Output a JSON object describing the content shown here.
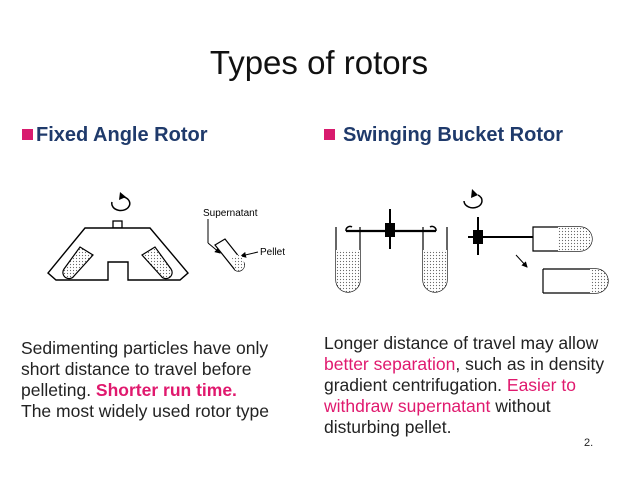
{
  "title": "Types of rotors",
  "left": {
    "heading": "Fixed Angle Rotor",
    "diagram": {
      "label_supernatant": "Supernatant",
      "label_pellet": "Pellet"
    },
    "text": {
      "line1": "Sedimenting particles have only",
      "line2": "short distance to travel before",
      "line3_plain": "pelleting. ",
      "line3_highlight": "Shorter run time.",
      "line4": "The most widely used rotor type"
    }
  },
  "right": {
    "heading": "Swinging Bucket Rotor",
    "text": {
      "line1": "Longer distance of travel may allow",
      "line2_highlight": "better separation",
      "line2_plain": ", such as in density",
      "line3_plain": "gradient centrifugation. ",
      "line3_highlight": "Easier to",
      "line4_highlight": "withdraw supernatant",
      "line4_plain": " without",
      "line5": "disturbing pellet."
    }
  },
  "page_number": "2.",
  "colors": {
    "accent": "#e0196e",
    "heading": "#1f3a6b",
    "bullet": "#d81b6e"
  }
}
